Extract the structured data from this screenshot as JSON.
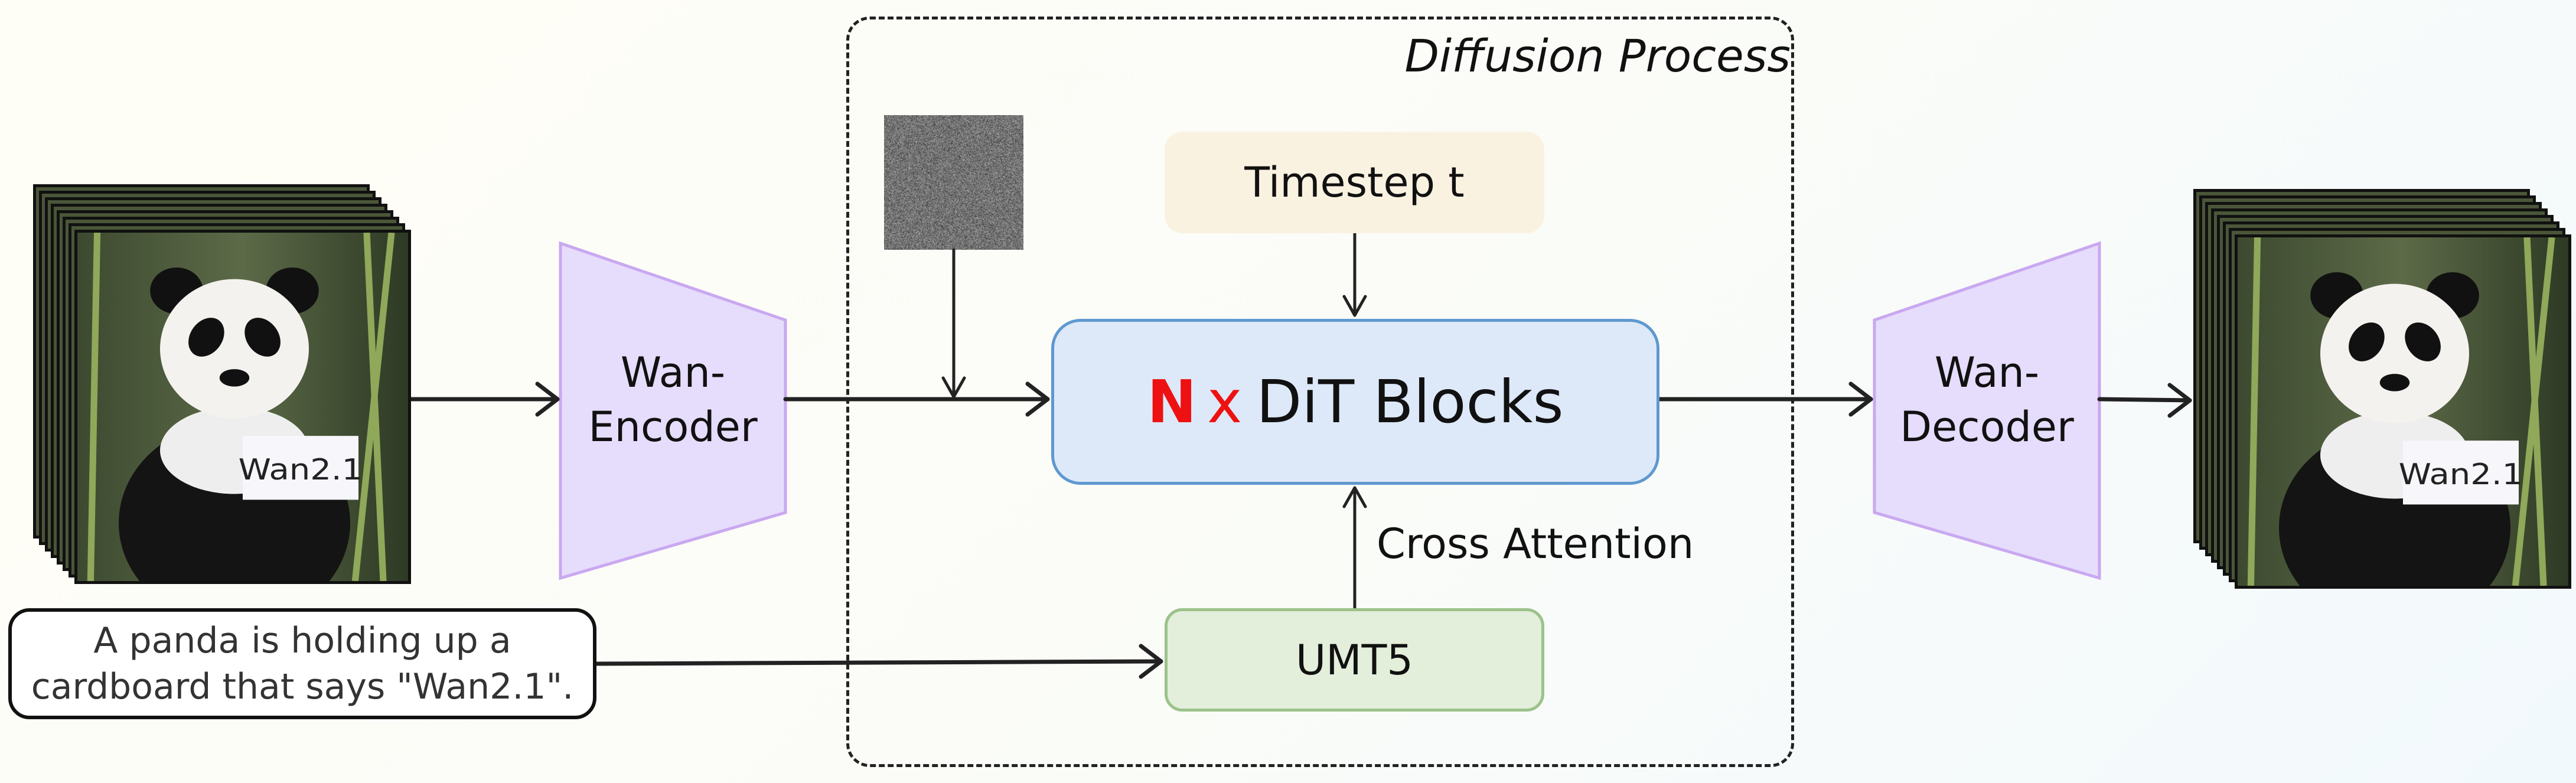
{
  "diffusion_process": {
    "title": "Diffusion Process"
  },
  "timestep": {
    "label": "Timestep t"
  },
  "dit": {
    "n": "N",
    "x": "x",
    "label": "DiT Blocks"
  },
  "umt5": {
    "label": "UMT5"
  },
  "cross_attention": {
    "label": "Cross Attention"
  },
  "encoder": {
    "line1": "Wan-",
    "line2": "Encoder"
  },
  "decoder": {
    "line1": "Wan-",
    "line2": "Decoder"
  },
  "prompt": {
    "line1": "A panda is holding up a",
    "line2": "cardboard that says \"Wan2.1\"."
  },
  "video_frames": {
    "sign_text": "Wan2.1"
  },
  "colors": {
    "encoder_fill": "#e6dcfc",
    "encoder_stroke": "#c9a8f0",
    "dit_fill": "#dde9f8",
    "dit_stroke": "#5f98cf",
    "timestep_fill": "#faf2e1",
    "umt5_fill": "#e3eedb",
    "umt5_stroke": "#9cc28a",
    "n_red": "#ee1111"
  }
}
